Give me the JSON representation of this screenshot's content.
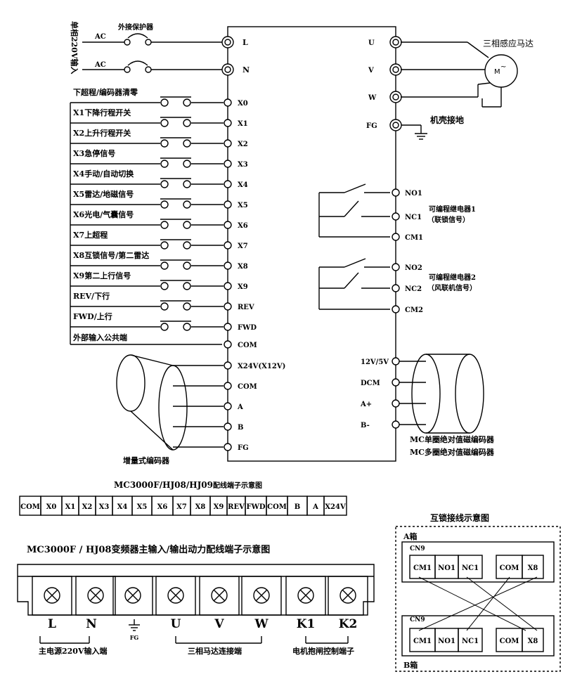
{
  "power": {
    "supply_label": "单相220V输入",
    "ac1": "AC",
    "ac2": "AC",
    "protector": "外接保护器",
    "L": "L",
    "N": "N"
  },
  "inputs": [
    {
      "label": "下超程/编码器清零",
      "term": "X0"
    },
    {
      "label": "X1下降行程开关",
      "term": "X1"
    },
    {
      "label": "X2上升行程开关",
      "term": "X2"
    },
    {
      "label": "X3急停信号",
      "term": "X3"
    },
    {
      "label": "X4手动/自动切换",
      "term": "X4"
    },
    {
      "label": "X5雷达/地磁信号",
      "term": "X5"
    },
    {
      "label": "X6光电/气囊信号",
      "term": "X6"
    },
    {
      "label": "X7上超程",
      "term": "X7"
    },
    {
      "label": "X8互锁信号/第二雷达",
      "term": "X8"
    },
    {
      "label": "X9第二上行信号",
      "term": "X9"
    },
    {
      "label": "REV/下行",
      "term": "REV"
    },
    {
      "label": "FWD/上行",
      "term": "FWD"
    }
  ],
  "common_label": "外部输入公共端",
  "common_term": "COM",
  "encoder_terms": [
    "X24V(X12V)",
    "COM",
    "A",
    "B",
    "FG"
  ],
  "encoder_label": "增量式编码器",
  "motor": {
    "terms": [
      "U",
      "V",
      "W"
    ],
    "label": "三相感应马达",
    "fg": "FG",
    "ground_label": "机壳接地"
  },
  "relay1": {
    "terms": [
      "NO1",
      "NC1",
      "CM1"
    ],
    "title": "可编程继电器1",
    "subtitle": "（联锁信号）"
  },
  "relay2": {
    "terms": [
      "NO2",
      "NC2",
      "CM2"
    ],
    "title": "可编程继电器2",
    "subtitle": "（风联机信号）"
  },
  "mc": {
    "terms": [
      "12V/5V",
      "DCM",
      "A+",
      "B-"
    ],
    "line1": "MC单圈绝对值磁编码器",
    "line2": "MC多圈绝对值磁编码器"
  },
  "strip": {
    "title_main": "MC3000F/HJ08/HJ09",
    "title_suffix": "配线端子示意图",
    "cells": [
      "COM",
      "X0",
      "X1",
      "X2",
      "X3",
      "X4",
      "X5",
      "X6",
      "X7",
      "X8",
      "X9",
      "REV",
      "FWD",
      "COM",
      "B",
      "A",
      "X24V"
    ]
  },
  "power_block": {
    "title": "MC3000F / HJ08变频器主输入/输出动力配线端子示意图",
    "labels": [
      "L",
      "N",
      "FG",
      "U",
      "V",
      "W",
      "K1",
      "K2"
    ],
    "group1": "主电源220V输入端",
    "group2": "三相马达连接端",
    "group3": "电机抱闸控制端子"
  },
  "interlock": {
    "title": "互锁接线示意图",
    "box_a": "A箱",
    "box_b": "B箱",
    "cn": "CN9",
    "cells": [
      "CM1",
      "NO1",
      "NC1",
      "COM",
      "X8"
    ]
  }
}
